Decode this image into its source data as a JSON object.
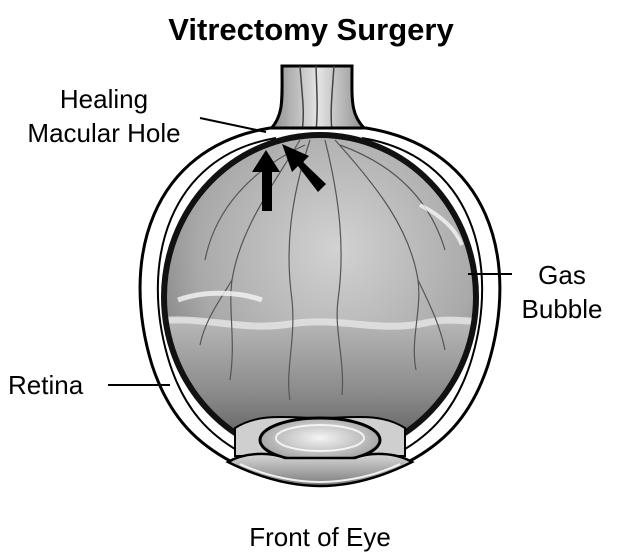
{
  "title": "Vitrectomy Surgery",
  "labels": {
    "macular_hole_line1": "Healing",
    "macular_hole_line2": "Macular Hole",
    "gas_line1": "Gas",
    "gas_line2": "Bubble",
    "retina": "Retina",
    "front": "Front of Eye"
  }
}
